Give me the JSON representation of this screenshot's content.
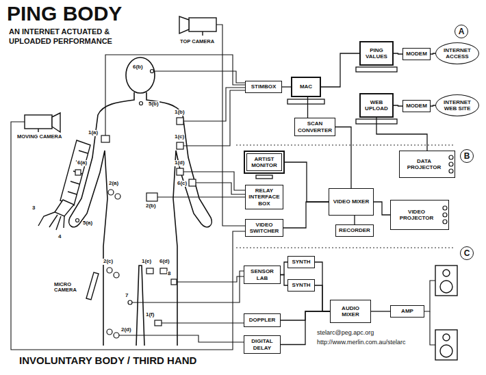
{
  "diagram": {
    "title": "PING BODY",
    "caption": "INVOLUNTARY BODY / THIRD HAND",
    "nodes": [
      {
        "text": [
          "A"
        ]
      },
      {
        "text": [
          "STIMBOX"
        ]
      },
      {
        "text": [
          "MAC"
        ]
      },
      {
        "text": [
          "PING VALUES"
        ]
      },
      {
        "text": [
          "MODEM"
        ]
      },
      {
        "text": [
          "INTERNET ACCESS"
        ]
      },
      {
        "text": [
          "WEB UPLOAD"
        ]
      },
      {
        "text": [
          "MODEM"
        ]
      },
      {
        "text": [
          "INTERNET WEB SITE"
        ]
      },
      {
        "text": [
          "SCAN CONVERTER"
        ]
      },
      {
        "text": [
          "B"
        ]
      },
      {
        "text": [
          "ARTIST MONITOR"
        ]
      },
      {
        "text": [
          "DATA PROJECTOR"
        ]
      },
      {
        "text": [
          "RELAY INTERFACE BOX"
        ]
      },
      {
        "text": [
          "VIDEO MIXER"
        ]
      },
      {
        "text": [
          "VIDEO SWITCHER"
        ]
      },
      {
        "text": [
          "RECORDER"
        ]
      },
      {
        "text": [
          "VIDEO PROJECTOR"
        ]
      },
      {
        "text": [
          "C"
        ]
      },
      {
        "text": [
          "SENSOR LAB"
        ]
      },
      {
        "text": [
          "SYNTH"
        ]
      },
      {
        "text": [
          "SYNTH"
        ]
      },
      {
        "text": [
          "DOPPLER"
        ]
      },
      {
        "text": [
          "DIGITAL DELAY"
        ]
      },
      {
        "text": [
          "AUDIO MIXER"
        ]
      },
      {
        "text": [
          "AMP"
        ]
      }
    ],
    "edges": [
      {
        "from": 1,
        "to": 2,
        "arrow": "none"
      },
      {
        "from": 2,
        "to": 3,
        "arrow": "none"
      },
      {
        "from": 3,
        "to": 4,
        "arrow": "none"
      },
      {
        "from": 4,
        "to": 5,
        "arrow": "none"
      },
      {
        "from": 2,
        "to": 9,
        "arrow": "none"
      },
      {
        "from": 9,
        "to": 14,
        "arrow": "none"
      },
      {
        "from": 6,
        "to": 7,
        "arrow": "none"
      },
      {
        "from": 7,
        "to": 8,
        "arrow": "none"
      },
      {
        "from": 6,
        "to": 12,
        "arrow": "none"
      },
      {
        "from": 11,
        "to": 14,
        "arrow": "none"
      },
      {
        "from": 15,
        "to": 14,
        "arrow": "none"
      },
      {
        "from": 14,
        "to": 16,
        "arrow": "none"
      },
      {
        "from": 14,
        "to": 17,
        "arrow": "none"
      },
      {
        "from": 19,
        "to": 20,
        "arrow": "none"
      },
      {
        "from": 19,
        "to": 21,
        "arrow": "none"
      },
      {
        "from": 20,
        "to": 24,
        "arrow": "none"
      },
      {
        "from": 21,
        "to": 24,
        "arrow": "none"
      },
      {
        "from": 22,
        "to": 24,
        "arrow": "none"
      },
      {
        "from": 23,
        "to": 24,
        "arrow": "none"
      },
      {
        "from": 24,
        "to": 25,
        "arrow": "none"
      }
    ],
    "labels": [
      "AN INTERNET ACTUATED & UPLOADED PERFORMANCE",
      "TOP CAMERA",
      "MOVING CAMERA",
      "6(b)",
      "5(b)",
      "1(a)",
      "1(b)",
      "1(c)",
      "6(a)",
      "2(a)",
      "2(b)",
      "1(d)",
      "6(c)",
      "3",
      "5(a)",
      "4",
      "2(c)",
      "1(e)",
      "6(d)",
      "8",
      "MICRO CAMERA",
      "7",
      "2(d)",
      "1(f)",
      "stelarc@peg.apc.org",
      "http://www.merlin.com.au/stelarc"
    ]
  }
}
